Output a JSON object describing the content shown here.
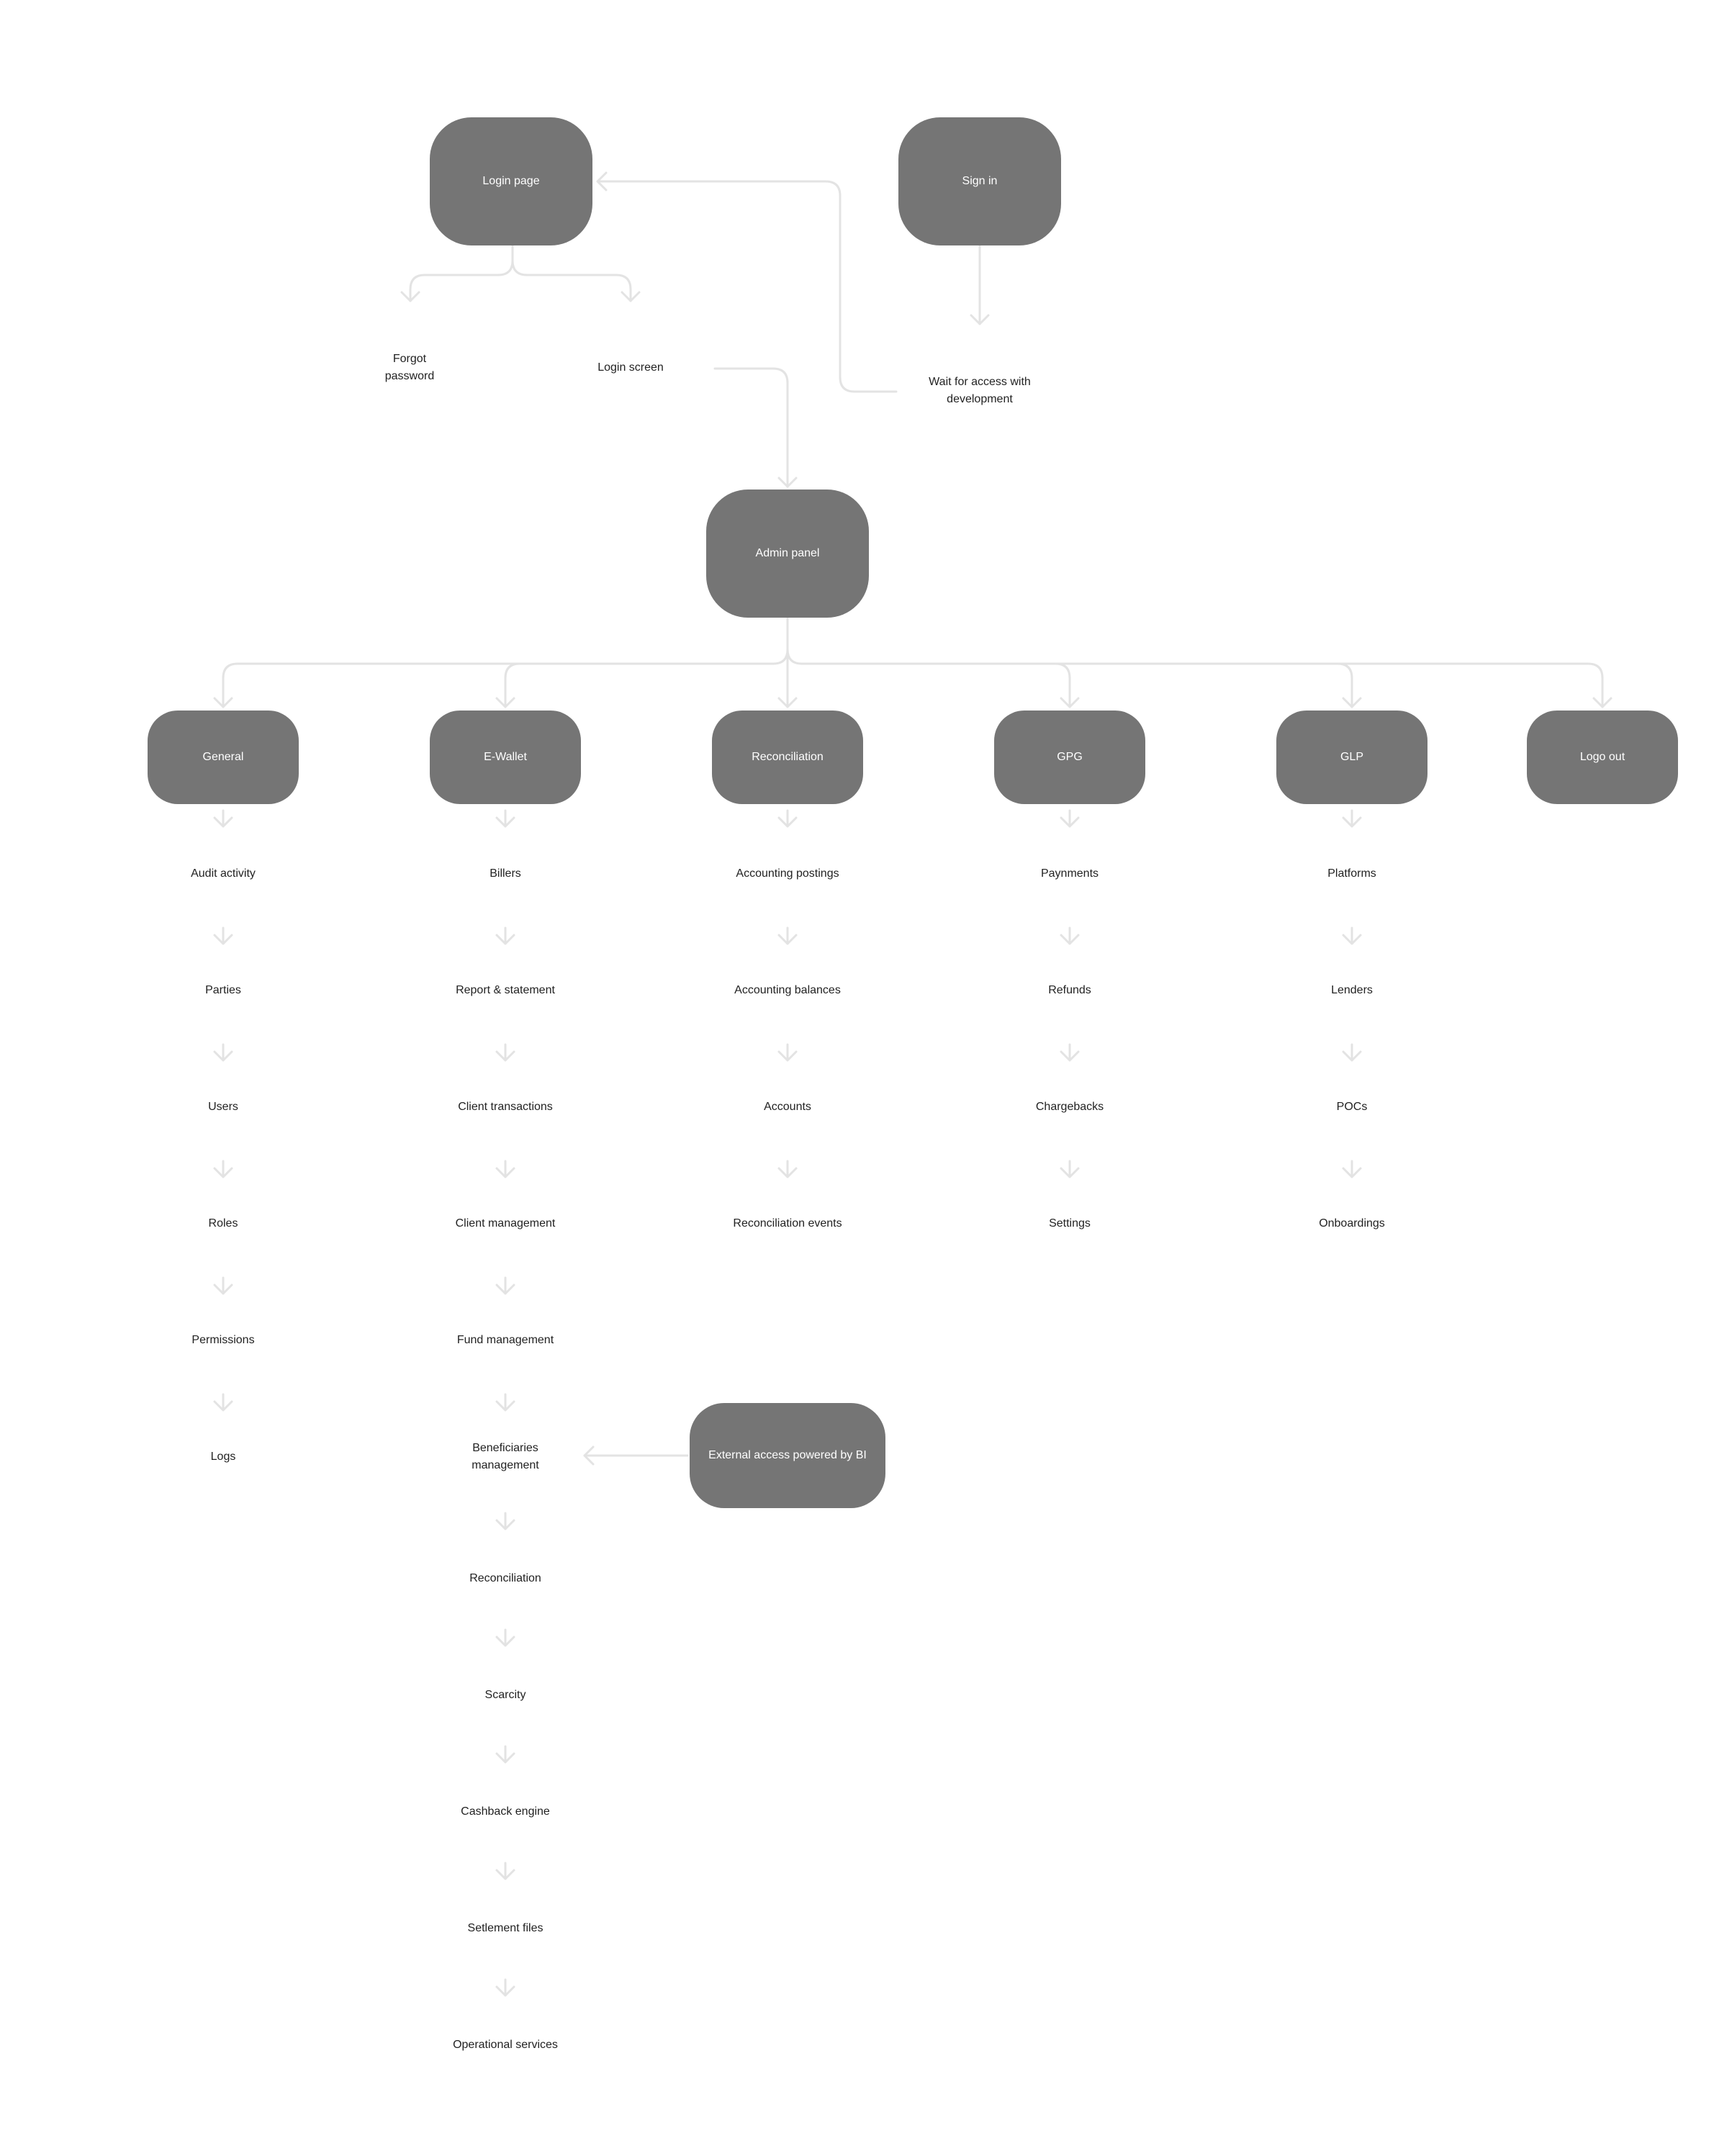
{
  "colors": {
    "box_fill": "#757575",
    "line": "#e3e3e3",
    "text_dark": "#222222",
    "text_light": "#ffffff"
  },
  "nodes": {
    "login_page": "Login page",
    "sign_in": "Sign in",
    "admin_panel": "Admin panel",
    "general": "General",
    "e_wallet": "E-Wallet",
    "reconciliation": "Reconciliation",
    "gpg": "GPG",
    "glp": "GLP",
    "logout": "Logo out",
    "external": "External access powered by BI"
  },
  "login": {
    "forgot_line1": "Forgot",
    "forgot_line2": "password",
    "login_screen": "Login screen"
  },
  "signin": {
    "wait_line1": "Wait for access with",
    "wait_line2": "development"
  },
  "general_items": [
    "Audit activity",
    "Parties",
    "Users",
    "Roles",
    "Permissions",
    "Logs"
  ],
  "ewallet_items": [
    "Billers",
    "Report & statement",
    "Client transactions",
    "Client management",
    "Fund management",
    "Beneficiaries",
    "management",
    "Reconciliation",
    "Scarcity",
    "Cashback engine",
    "Setlement files",
    "Operational services"
  ],
  "reconciliation_items": [
    "Accounting postings",
    "Accounting balances",
    "Accounts",
    "Reconciliation events"
  ],
  "gpg_items": [
    "Paynments",
    "Refunds",
    "Chargebacks",
    "Settings"
  ],
  "glp_items": [
    "Platforms",
    "Lenders",
    "POCs",
    "Onboardings"
  ]
}
